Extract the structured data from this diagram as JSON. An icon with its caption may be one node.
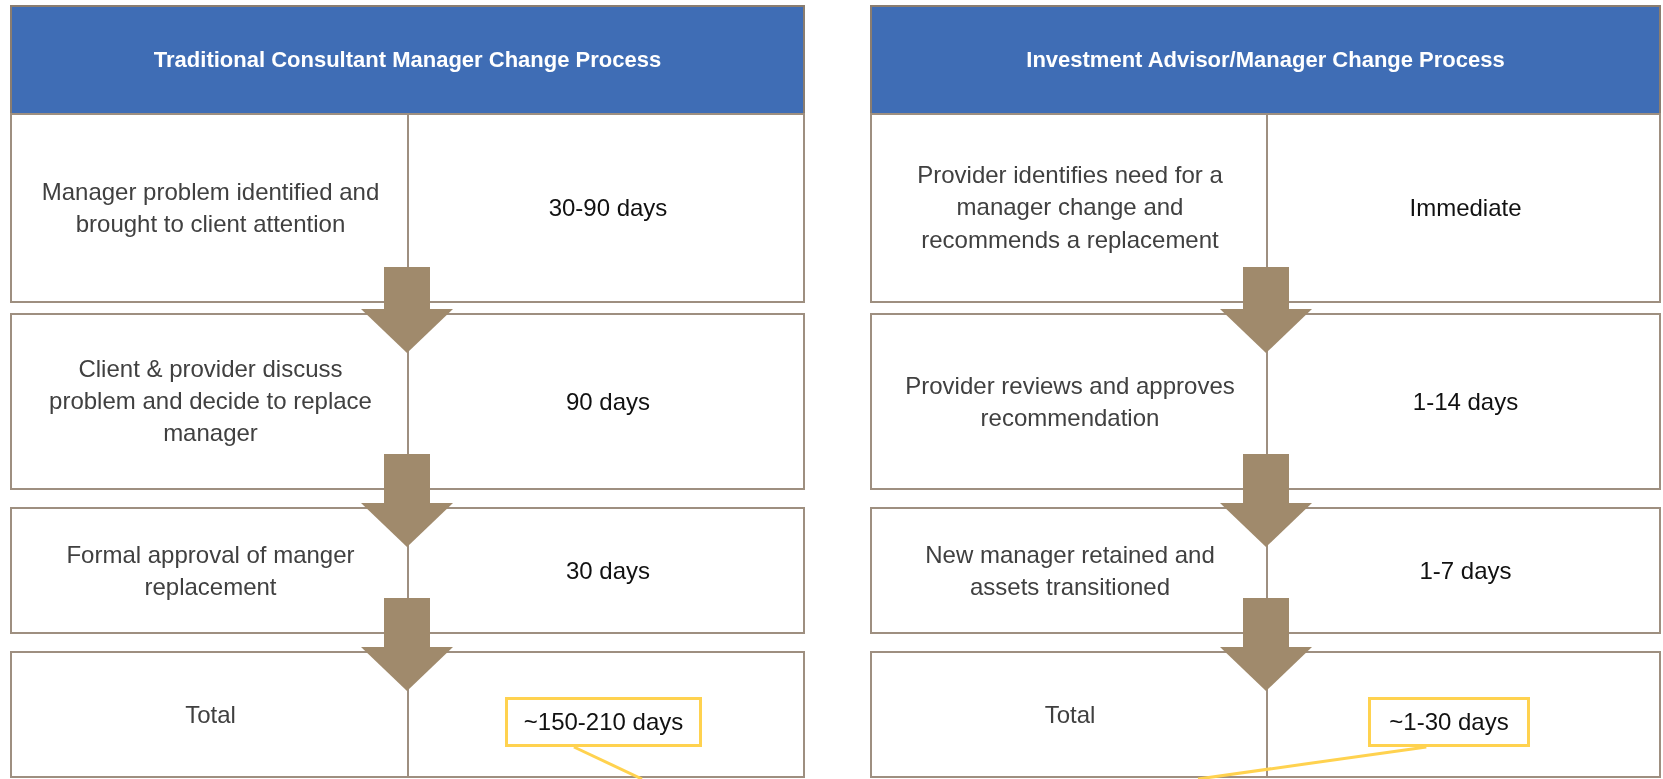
{
  "diagram": {
    "nodes": [
      {
        "text": [
          "Traditional Consultant Manager Change Process"
        ]
      },
      {
        "text": [
          "Manager problem identified and brought to client attention",
          "30-90 days"
        ]
      },
      {
        "text": [
          "Client & provider discuss problem and decide to replace manager",
          "90 days"
        ]
      },
      {
        "text": [
          "Formal approval of manger replacement",
          "30 days"
        ]
      },
      {
        "text": [
          "Total"
        ]
      },
      {
        "text": [
          "~150-210 days"
        ],
        "in": 4
      },
      {
        "text": [
          "Investment Advisor/Manager Change Process"
        ]
      },
      {
        "text": [
          "Provider identifies need for a manager change and recommends a replacement",
          "Immediate"
        ]
      },
      {
        "text": [
          "Provider reviews and approves recommendation",
          "1-14 days"
        ]
      },
      {
        "text": [
          "New manager retained and assets transitioned",
          "1-7 days"
        ]
      },
      {
        "text": [
          "Total"
        ]
      },
      {
        "text": [
          "~1-30 days"
        ],
        "in": 10
      }
    ],
    "edges": [
      {
        "from": 1,
        "to": 2,
        "arrow": "to"
      },
      {
        "from": 2,
        "to": 3,
        "arrow": "to"
      },
      {
        "from": 3,
        "to": 4,
        "arrow": "to"
      },
      {
        "from": 5,
        "to": null,
        "arrow": "none",
        "color": "#ffd24f"
      },
      {
        "from": 7,
        "to": 8,
        "arrow": "to"
      },
      {
        "from": 8,
        "to": 9,
        "arrow": "to"
      },
      {
        "from": 9,
        "to": 10,
        "arrow": "to"
      },
      {
        "from": 11,
        "to": null,
        "arrow": "none",
        "color": "#ffd24f"
      }
    ]
  }
}
